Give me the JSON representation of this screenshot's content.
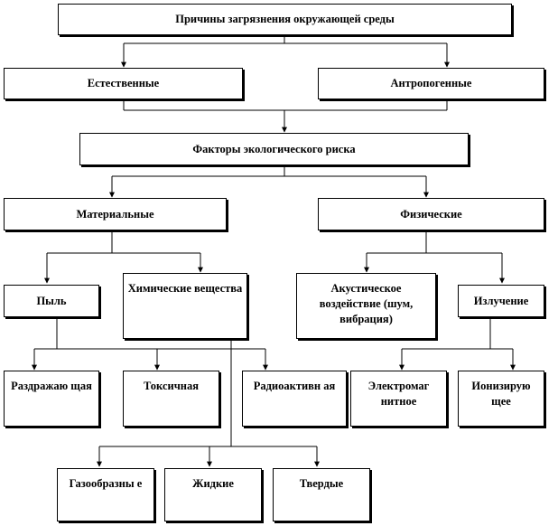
{
  "diagram": {
    "root": "Причины загрязнения окружающей  среды",
    "natural": "Естественные",
    "anthropogenic": "Антропогенные",
    "risk_factors": "Факторы экологического  риска",
    "material": "Материальные",
    "physical": "Физические",
    "dust": "Пыль",
    "chemical": "Химические вещества",
    "acoustic": "Акустическое воздействие (шум, вибрация)",
    "radiation": "Излучение",
    "irritating": "Раздражаю щая",
    "toxic": "Токсичная",
    "radioactive": "Радиоактивн ая",
    "electromagnetic": "Электромаг нитное",
    "ionizing": "Ионизирую щее",
    "gaseous": "Газообразны е",
    "liquid": "Жидкие",
    "solid": "Твердые"
  }
}
